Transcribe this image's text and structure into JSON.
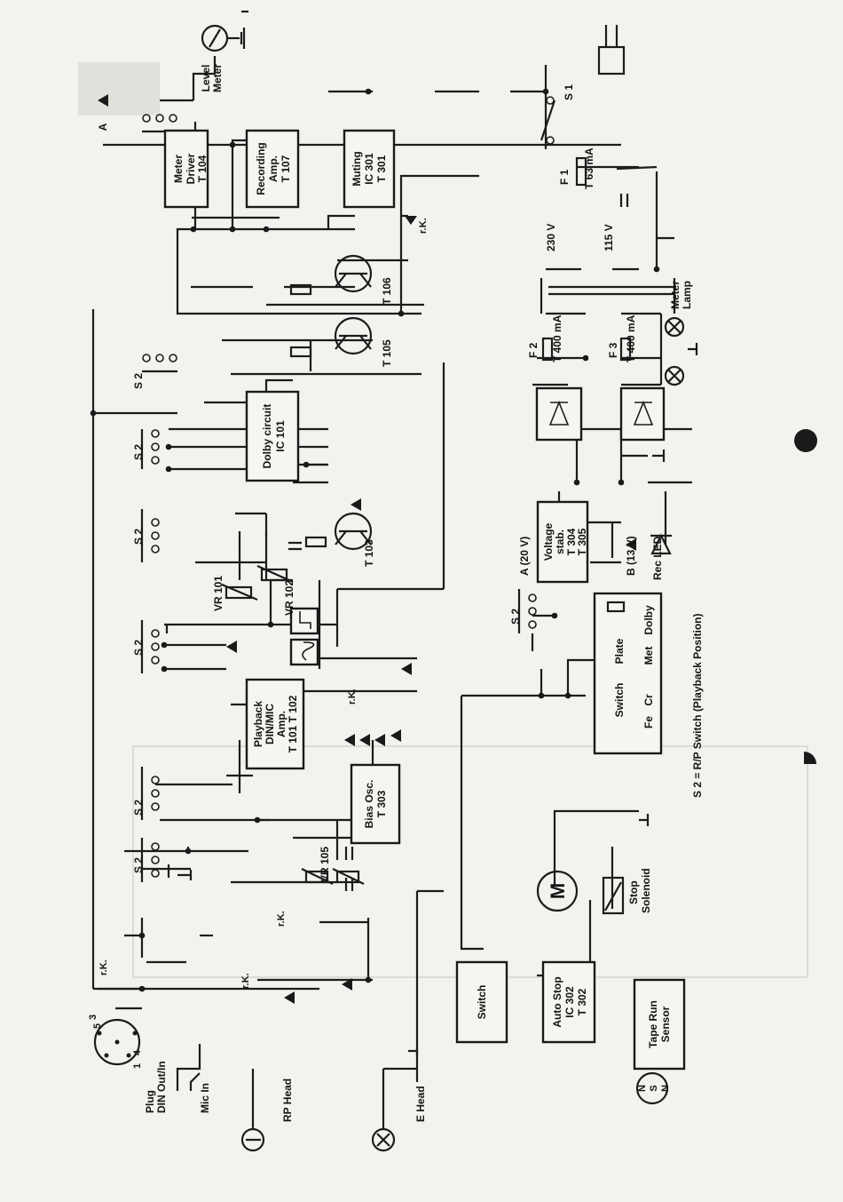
{
  "blocks": {
    "meter_driver": [
      "Meter",
      "Driver",
      "T 104"
    ],
    "recording_amp": [
      "Recording",
      "Amp.",
      "T 107"
    ],
    "muting": [
      "Muting",
      "IC 301",
      "T 301"
    ],
    "dolby": [
      "Dolby circuit",
      "IC 101"
    ],
    "playback_amp": [
      "Playback",
      "DIN/MIC",
      "Amp.",
      "T 101  T 102"
    ],
    "bias_osc": [
      "Bias Osc.",
      "T 303"
    ],
    "voltage_stab": [
      "Voltage",
      "stab.",
      "T 304",
      "T 305"
    ],
    "switch_block": "Switch",
    "auto_stop": [
      "Auto Stop",
      "IC 302",
      "T 302"
    ],
    "tape_run_sensor": [
      "Tape Run",
      "Sensor"
    ],
    "selector": [
      "Switch",
      "Fe",
      "Cr",
      "Plate",
      "Met",
      "Dolby"
    ]
  },
  "labels": {
    "level_meter": [
      "Level",
      "Meter"
    ],
    "a_top": "A",
    "rk": "r.K.",
    "t105": "T 105",
    "t106": "T 106",
    "t103": "T 103",
    "vr101": "VR 101",
    "vr102": "VR 102",
    "vr105": "VR 105",
    "s2": "S 2",
    "s1": "S 1",
    "f1": [
      "F 1",
      "T 63 mA"
    ],
    "v230": "230 V",
    "v115": "115 V",
    "f2": [
      "F 2",
      "T 400 mA"
    ],
    "f3": [
      "F 3",
      "T 400 mA"
    ],
    "meter_lamp": [
      "Meter",
      "Lamp"
    ],
    "a20": "A (20 V)",
    "b13": "B (13 V)",
    "rec_led": "Rec LED",
    "motor": "M",
    "stop_solenoid": [
      "Stop",
      "Solenoid"
    ],
    "plug": [
      "Plug",
      "DIN Out/In"
    ],
    "mic_in": "Mic In",
    "rp_head": "RP Head",
    "e_head": "E Head",
    "din_pins": [
      "3",
      "5",
      "4",
      "1"
    ],
    "sns": [
      "N",
      "S",
      "N"
    ],
    "legend": "S 2 = R/P Switch (Playback Position)"
  }
}
